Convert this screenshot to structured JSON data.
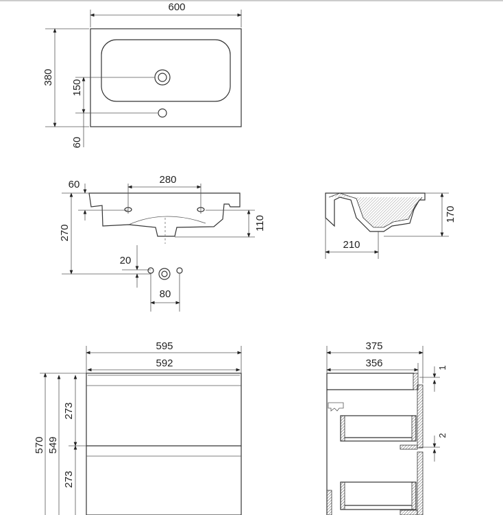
{
  "top_view": {
    "width": "600",
    "depth": "380",
    "drain_offset": "150",
    "tap_offset": "60"
  },
  "front_view": {
    "tap_spacing": "280",
    "top_thickness": "60",
    "trap_height": "270",
    "bowl_depth": "110",
    "drain_offset": "20",
    "pipe_spacing": "80"
  },
  "side_view": {
    "height": "170",
    "drain_distance": "210"
  },
  "cabinet_front": {
    "overall_width": "595",
    "front_width": "592",
    "total_height": "570",
    "body_height": "549",
    "drawer_upper": "273",
    "drawer_lower": "273"
  },
  "cabinet_side": {
    "overall_depth": "375",
    "body_depth": "356",
    "gap_top": "1",
    "gap_middle": "2"
  }
}
